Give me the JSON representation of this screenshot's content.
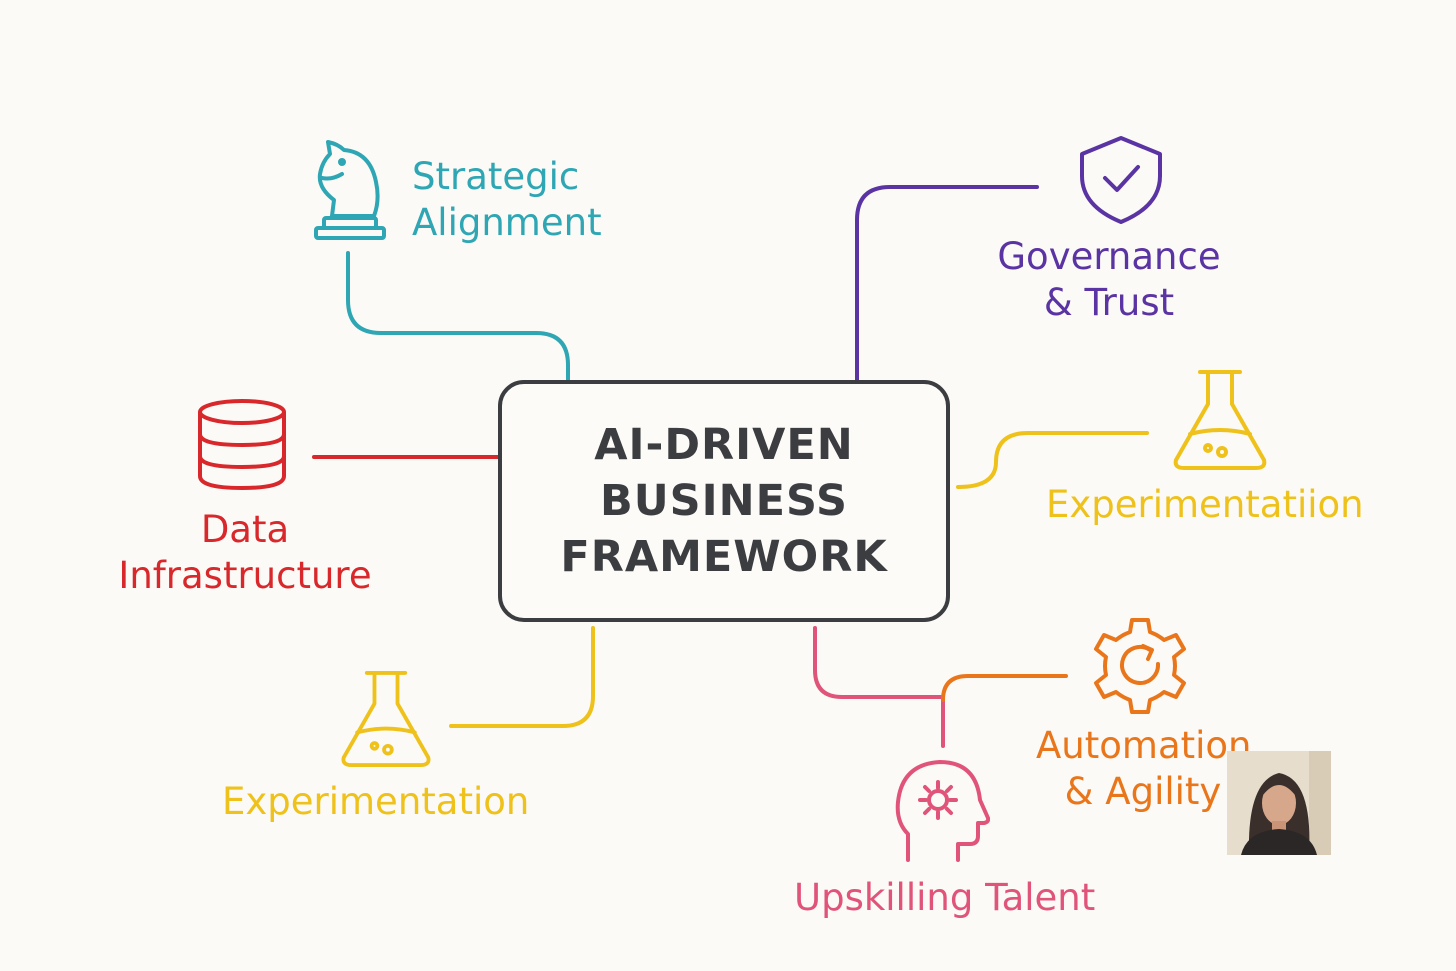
{
  "center": {
    "lines": [
      "AI-DRIVEN",
      "BUSINESS",
      "FRAMEWORK"
    ]
  },
  "nodes": {
    "strategic": {
      "lines": [
        "Strategic",
        "Alignment"
      ],
      "color": "#2ea6b4",
      "icon": "chess-knight-icon"
    },
    "governance": {
      "lines": [
        "Governance",
        "& Trust"
      ],
      "color": "#5b34a3",
      "icon": "shield-check-icon"
    },
    "data": {
      "lines": [
        "Data",
        "Infrastructure"
      ],
      "color": "#d8282b",
      "icon": "database-icon"
    },
    "experimentation_right": {
      "lines": [
        "Experimentatiion"
      ],
      "color": "#efc11b",
      "icon": "flask-icon"
    },
    "experimentation_left": {
      "lines": [
        "Experimentation"
      ],
      "color": "#efc11b",
      "icon": "flask-icon"
    },
    "automation": {
      "lines": [
        "Automation",
        "& Agility"
      ],
      "color": "#e9761b",
      "icon": "gear-refresh-icon"
    },
    "upskilling": {
      "lines": [
        "Upskilling Talent"
      ],
      "color": "#e1547a",
      "icon": "head-gear-icon"
    }
  },
  "connector_color_upskilling": "#e1547a"
}
